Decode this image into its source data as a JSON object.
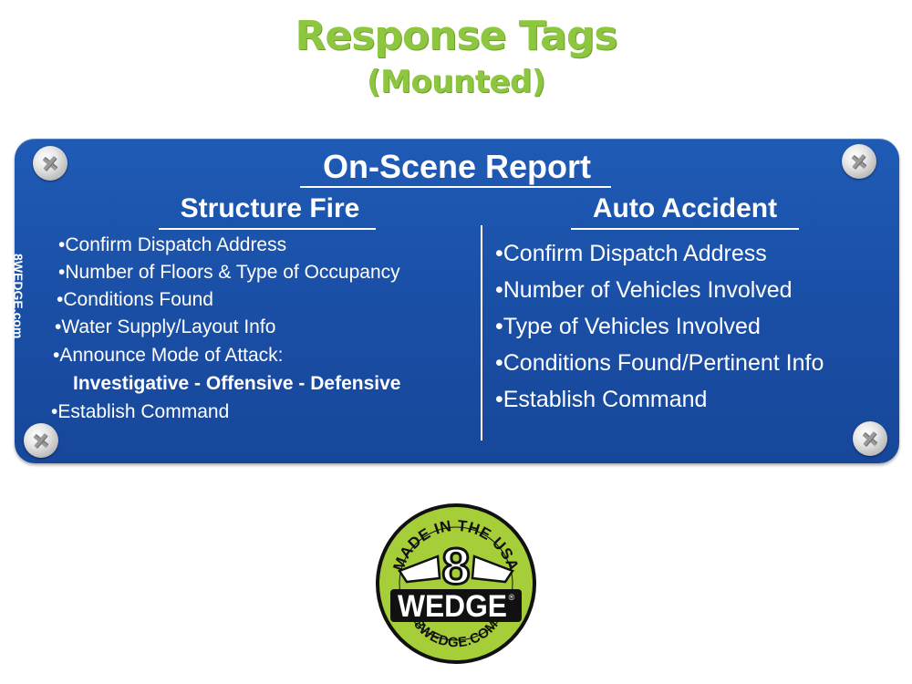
{
  "header": {
    "title": "Response Tags",
    "subtitle": "(Mounted)"
  },
  "plate": {
    "report_title": "On-Scene Report",
    "side_text": "8WEDGE.com",
    "left": {
      "heading": "Structure Fire",
      "items": [
        "•Confirm Dispatch Address",
        "•Number of Floors & Type of Occupancy",
        "•Conditions Found",
        "•Water Supply/Layout Info",
        "•Announce Mode of Attack:",
        "Investigative - Offensive - Defensive",
        "•Establish Command"
      ]
    },
    "right": {
      "heading": "Auto Accident",
      "items": [
        "•Confirm Dispatch Address",
        "•Number of Vehicles Involved",
        "•Type of Vehicles Involved",
        "•Conditions Found/Pertinent Info",
        "•Establish Command"
      ]
    }
  },
  "logo": {
    "top_text": "MADE IN THE USA",
    "number": "8",
    "brand": "WEDGE",
    "registered": "®",
    "bottom_text": "8WEDGE.COM"
  },
  "colors": {
    "title_green": "#8dc63f",
    "plate_blue": "#1a4fa6",
    "logo_green": "#a6ce39"
  }
}
